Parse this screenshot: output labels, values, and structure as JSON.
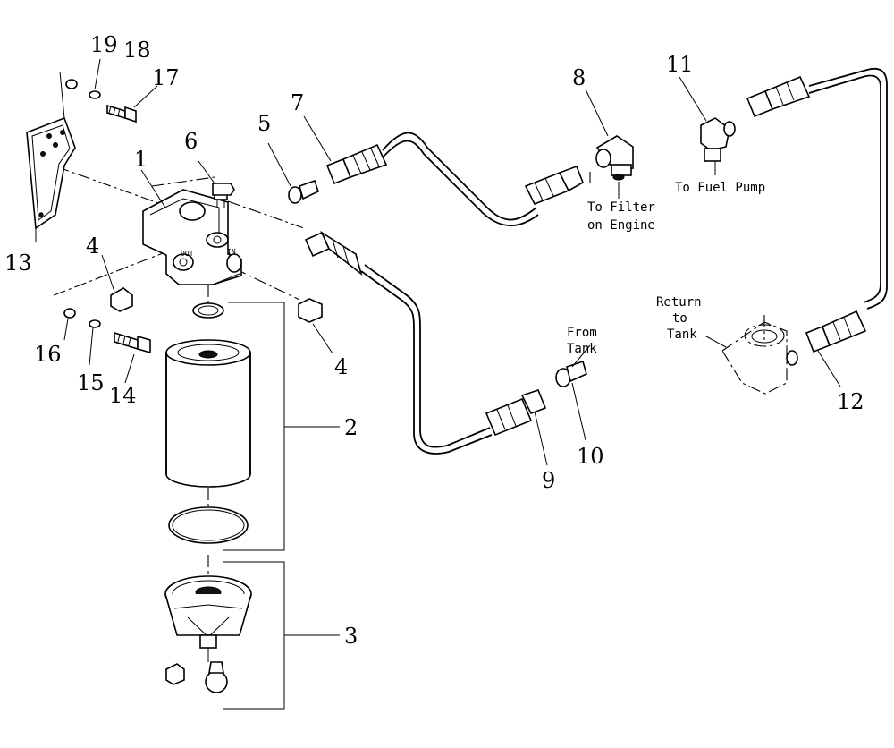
{
  "callouts": {
    "c1": "1",
    "c2": "2",
    "c3": "3",
    "c4a": "4",
    "c4b": "4",
    "c5": "5",
    "c6": "6",
    "c7": "7",
    "c8": "8",
    "c9": "9",
    "c10": "10",
    "c11": "11",
    "c12": "12",
    "c13": "13",
    "c14": "14",
    "c15": "15",
    "c16": "16",
    "c17": "17",
    "c18": "18",
    "c19": "19"
  },
  "notes": {
    "to_filter_line1": "To Filter",
    "to_filter_line2": "on Engine",
    "to_fuel_pump": "To Fuel Pump",
    "return_line1": "Return",
    "return_line2": "to",
    "return_line3": "Tank",
    "from_line1": "From",
    "from_line2": "Tank"
  },
  "head_marks": {
    "in": "IN",
    "out": "OUT"
  }
}
